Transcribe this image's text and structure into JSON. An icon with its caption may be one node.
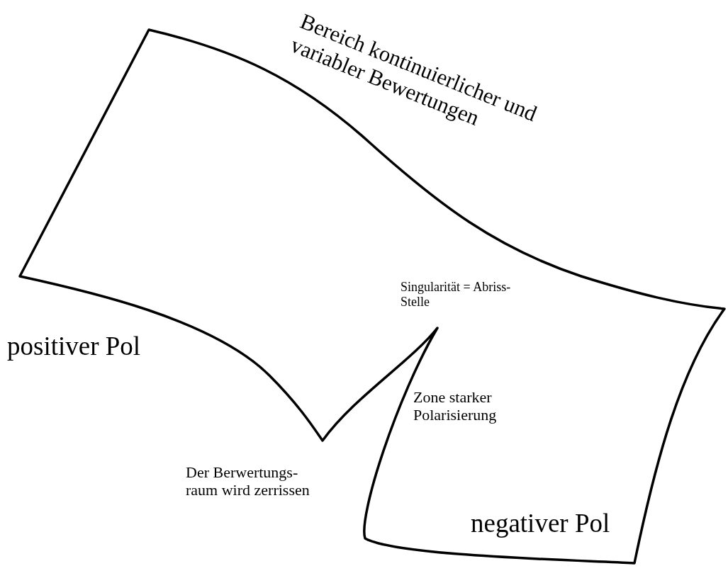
{
  "diagram": {
    "nodes": [
      {
        "text": [],
        "shape": "picture"
      }
    ],
    "labels": [
      "Bereich kontinuierlicher und variabler Bewertungen",
      "Singularität = Abriss-Stelle",
      "positiver Pol",
      "Zone starker Polarisierung",
      "Der Berwertungs- raum wird zerrissen",
      "negativer Pol"
    ]
  }
}
